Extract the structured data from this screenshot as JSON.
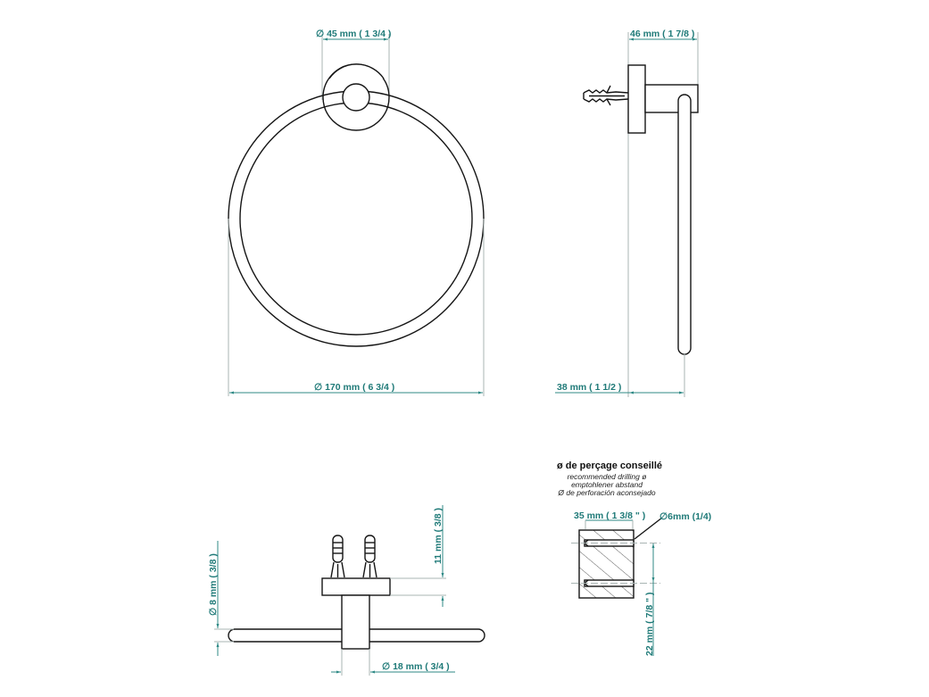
{
  "drawing": {
    "colors": {
      "dimension": "#1f7a78",
      "ink": "#151515",
      "extension": "#a9b4b3"
    },
    "front_view": {
      "rosette_dimension": "∅ 45 mm ( 1 3/4 )",
      "ring_dimension": "∅ 170 mm ( 6 3/4 )"
    },
    "side_view": {
      "depth_dimension": "46 mm ( 1 7/8 )",
      "offset_dimension": "38 mm ( 1 1/2 )"
    },
    "top_view": {
      "rod_dimension": "∅ 8 mm ( 3/8 )",
      "plate_dimension": "11 mm ( 3/8 )",
      "post_dimension": "∅ 18 mm ( 3/4 )"
    },
    "drilling": {
      "title": "ø de perçage conseillé",
      "subtitle_en": "recommended drilling ø",
      "subtitle_de": "emptohlener abstand",
      "subtitle_es": "Ø de perforación aconsejado",
      "width_dimension": "35 mm ( 1 3/8 \" )",
      "hole_dimension": "∅6mm (1/4)",
      "spacing_dimension": "22 mm ( 7/8 \" )"
    }
  }
}
